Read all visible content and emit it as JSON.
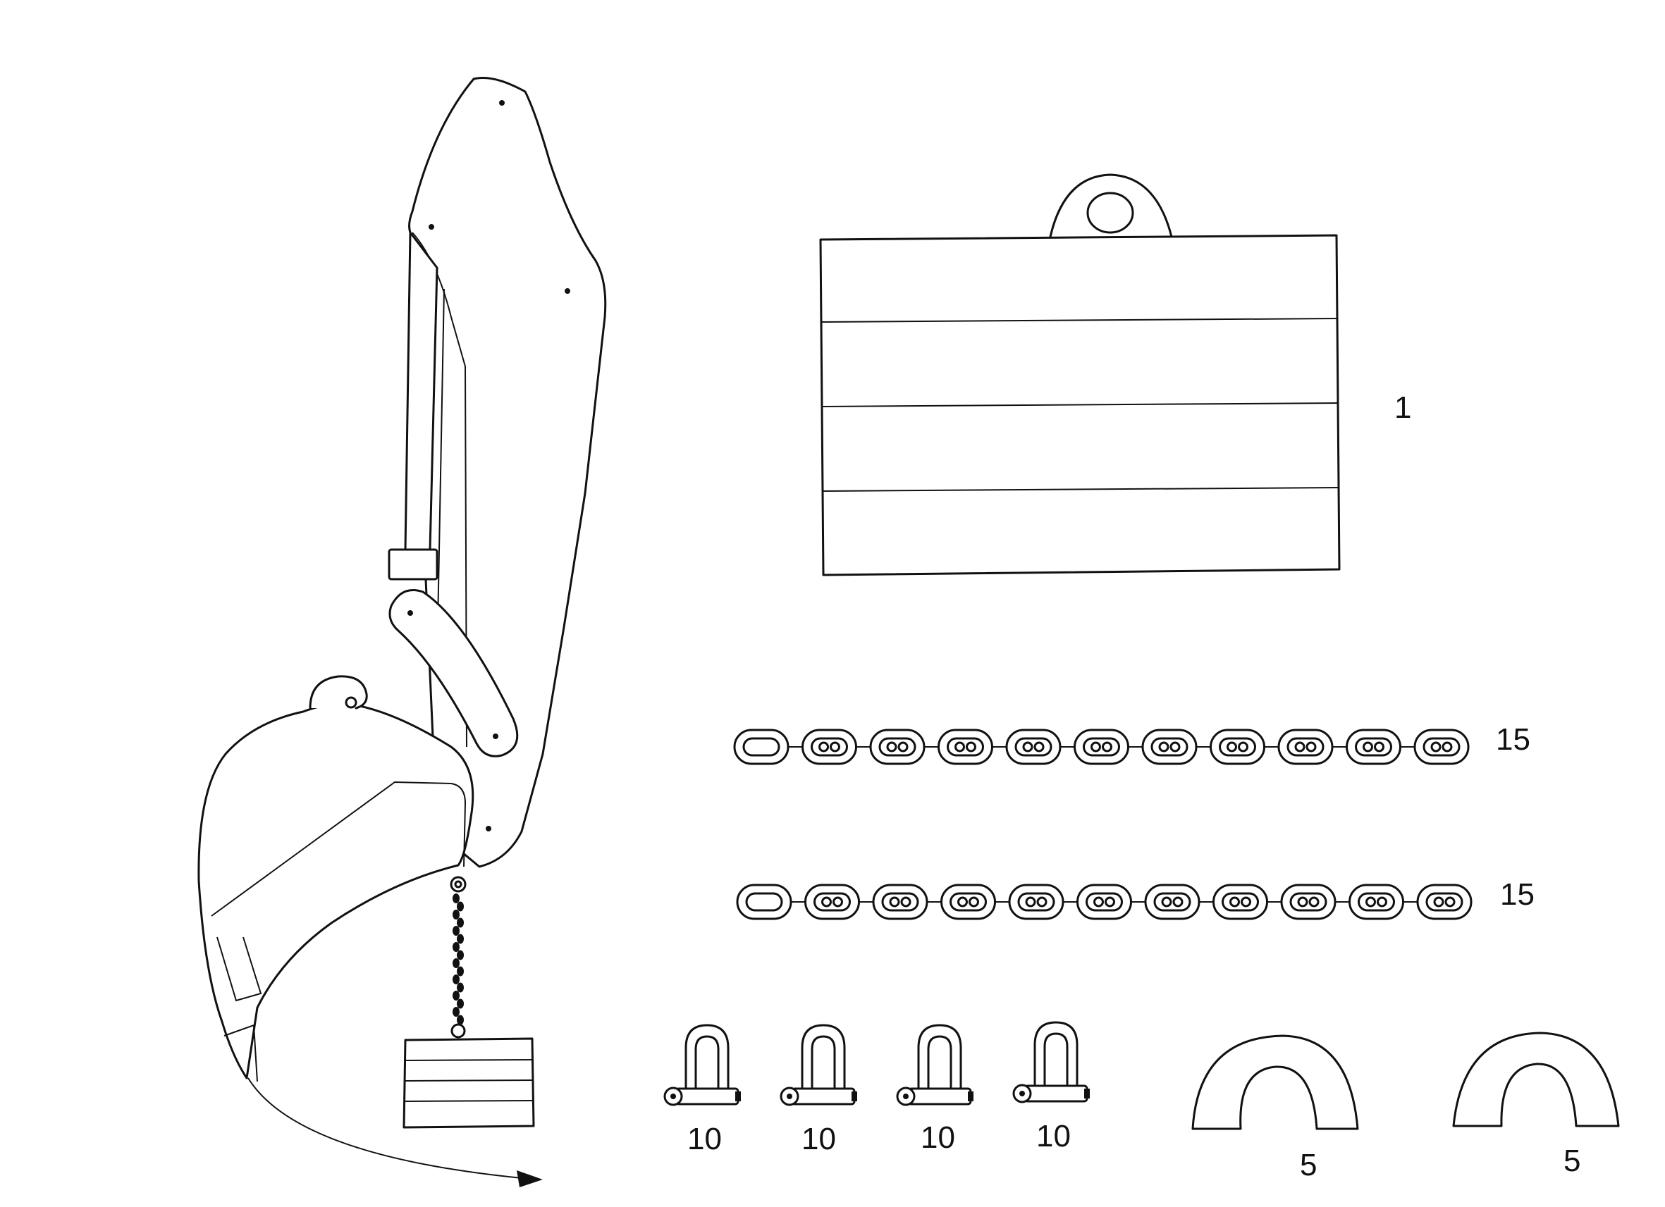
{
  "labels": {
    "weight_block": "1",
    "chain_top": "15",
    "chain_bottom": "15",
    "shackle_1": "10",
    "shackle_2": "10",
    "shackle_3": "10",
    "shackle_4": "10",
    "pad_1": "5",
    "pad_2": "5"
  },
  "colors": {
    "line": "#111111",
    "background": "#ffffff"
  }
}
